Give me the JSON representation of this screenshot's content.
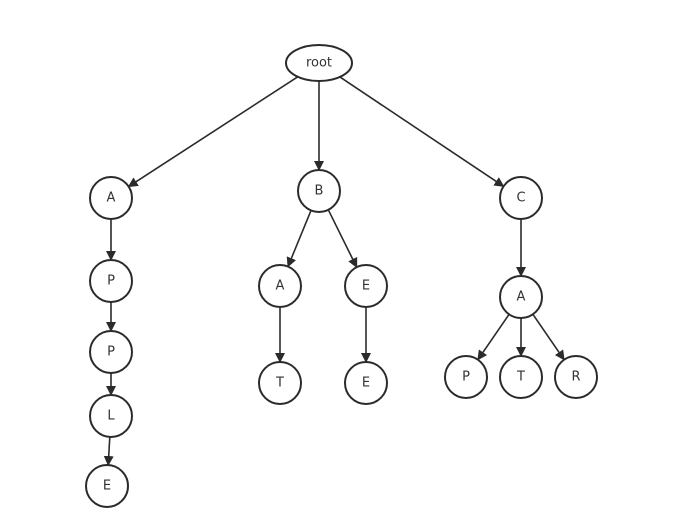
{
  "diagram": {
    "nodes": [
      {
        "id": "root",
        "label": "root",
        "shape": "ellipse"
      },
      {
        "id": "a1",
        "label": "A",
        "shape": "circle"
      },
      {
        "id": "p1",
        "label": "P",
        "shape": "circle"
      },
      {
        "id": "p2",
        "label": "P",
        "shape": "circle"
      },
      {
        "id": "l1",
        "label": "L",
        "shape": "circle"
      },
      {
        "id": "e1",
        "label": "E",
        "shape": "circle"
      },
      {
        "id": "b1",
        "label": "B",
        "shape": "circle"
      },
      {
        "id": "a2",
        "label": "A",
        "shape": "circle"
      },
      {
        "id": "t1",
        "label": "T",
        "shape": "circle"
      },
      {
        "id": "e2",
        "label": "E",
        "shape": "circle"
      },
      {
        "id": "e3",
        "label": "E",
        "shape": "circle"
      },
      {
        "id": "c1",
        "label": "C",
        "shape": "circle"
      },
      {
        "id": "a3",
        "label": "A",
        "shape": "circle"
      },
      {
        "id": "p3",
        "label": "P",
        "shape": "circle"
      },
      {
        "id": "t2",
        "label": "T",
        "shape": "circle"
      },
      {
        "id": "r1",
        "label": "R",
        "shape": "circle"
      }
    ],
    "edges": [
      {
        "from": "root",
        "to": "a1"
      },
      {
        "from": "root",
        "to": "b1"
      },
      {
        "from": "root",
        "to": "c1"
      },
      {
        "from": "a1",
        "to": "p1"
      },
      {
        "from": "p1",
        "to": "p2"
      },
      {
        "from": "p2",
        "to": "l1"
      },
      {
        "from": "l1",
        "to": "e1"
      },
      {
        "from": "b1",
        "to": "a2"
      },
      {
        "from": "b1",
        "to": "e2"
      },
      {
        "from": "a2",
        "to": "t1"
      },
      {
        "from": "e2",
        "to": "e3"
      },
      {
        "from": "c1",
        "to": "a3"
      },
      {
        "from": "a3",
        "to": "p3"
      },
      {
        "from": "a3",
        "to": "t2"
      },
      {
        "from": "a3",
        "to": "r1"
      }
    ]
  }
}
